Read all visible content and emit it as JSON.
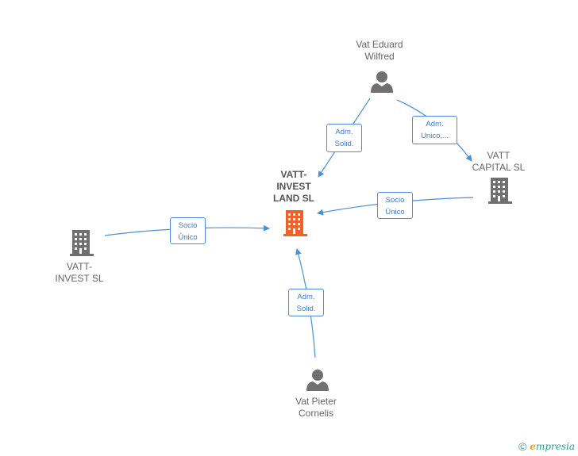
{
  "nodes": {
    "center": {
      "label": "VATT-\nINVEST\nLAND  SL",
      "icon": "building-icon",
      "color": "#f0622d"
    },
    "vatt_capital": {
      "label": "VATT\nCAPITAL  SL",
      "icon": "building-icon",
      "color": "#707070"
    },
    "vatt_invest": {
      "label": "VATT-\nINVEST  SL",
      "icon": "building-icon",
      "color": "#707070"
    },
    "vat_eduard": {
      "label": "Vat Eduard\nWilfred",
      "icon": "person-icon",
      "color": "#707070"
    },
    "vat_pieter": {
      "label": "Vat Pieter\nCornelis",
      "icon": "person-icon",
      "color": "#707070"
    }
  },
  "edges": {
    "eduard_center": "Adm.\nSolid.",
    "eduard_capital": "Adm.\nUnico,...",
    "capital_center": "Socio\nÚnico",
    "invest_center": "Socio\nÚnico",
    "pieter_center": "Adm.\nSolid."
  },
  "footer": {
    "copyright": "©",
    "brand_initial": "e",
    "brand_rest": "mpresia"
  },
  "colors": {
    "edge": "#4a90d9",
    "edge_text": "#3d7cc9",
    "node_gray": "#707070",
    "center_accent": "#f0622d"
  }
}
